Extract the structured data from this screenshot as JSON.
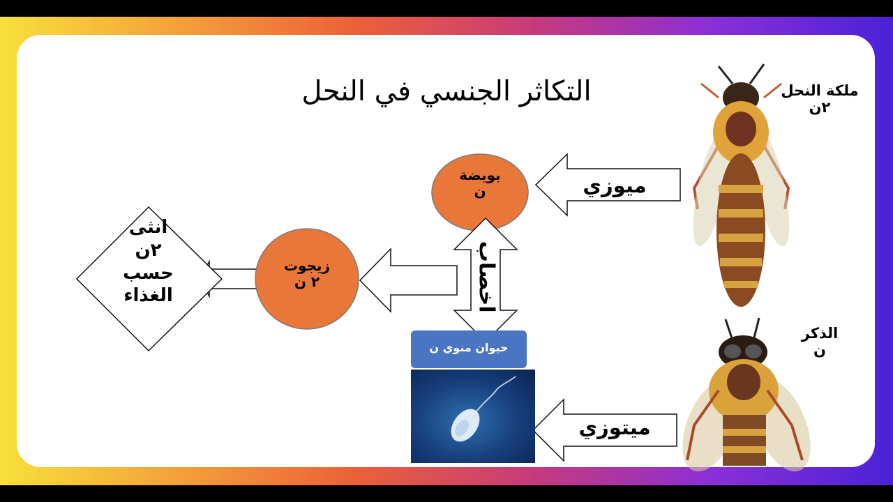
{
  "title": "التكاثر الجنسي في النحل",
  "queen": {
    "name": "ملكة النحل",
    "ploidy": "٢ن"
  },
  "male": {
    "name": "الذكر",
    "ploidy": "ن"
  },
  "process": {
    "meiosis": "ميوزي",
    "mitosis": "ميتوزي",
    "fertilization": "اخصاب"
  },
  "egg": {
    "name": "بويضة",
    "ploidy": "ن"
  },
  "sperm": {
    "label": "حيوان منوي ن"
  },
  "zygote": {
    "name": "زيجوت",
    "ploidy": "٢ ن"
  },
  "female": {
    "line1": "انثى",
    "line2": "٢ن",
    "line3": "حسب",
    "line4": "الغذاء"
  },
  "colors": {
    "orange": "#e9773a",
    "blue_box": "#4a75c2",
    "frame_start": "#f7e03a",
    "frame_end": "#4a22d6"
  },
  "icons": [
    "queen-bee-illustration",
    "drone-bee-illustration",
    "sperm-cell-photo"
  ]
}
